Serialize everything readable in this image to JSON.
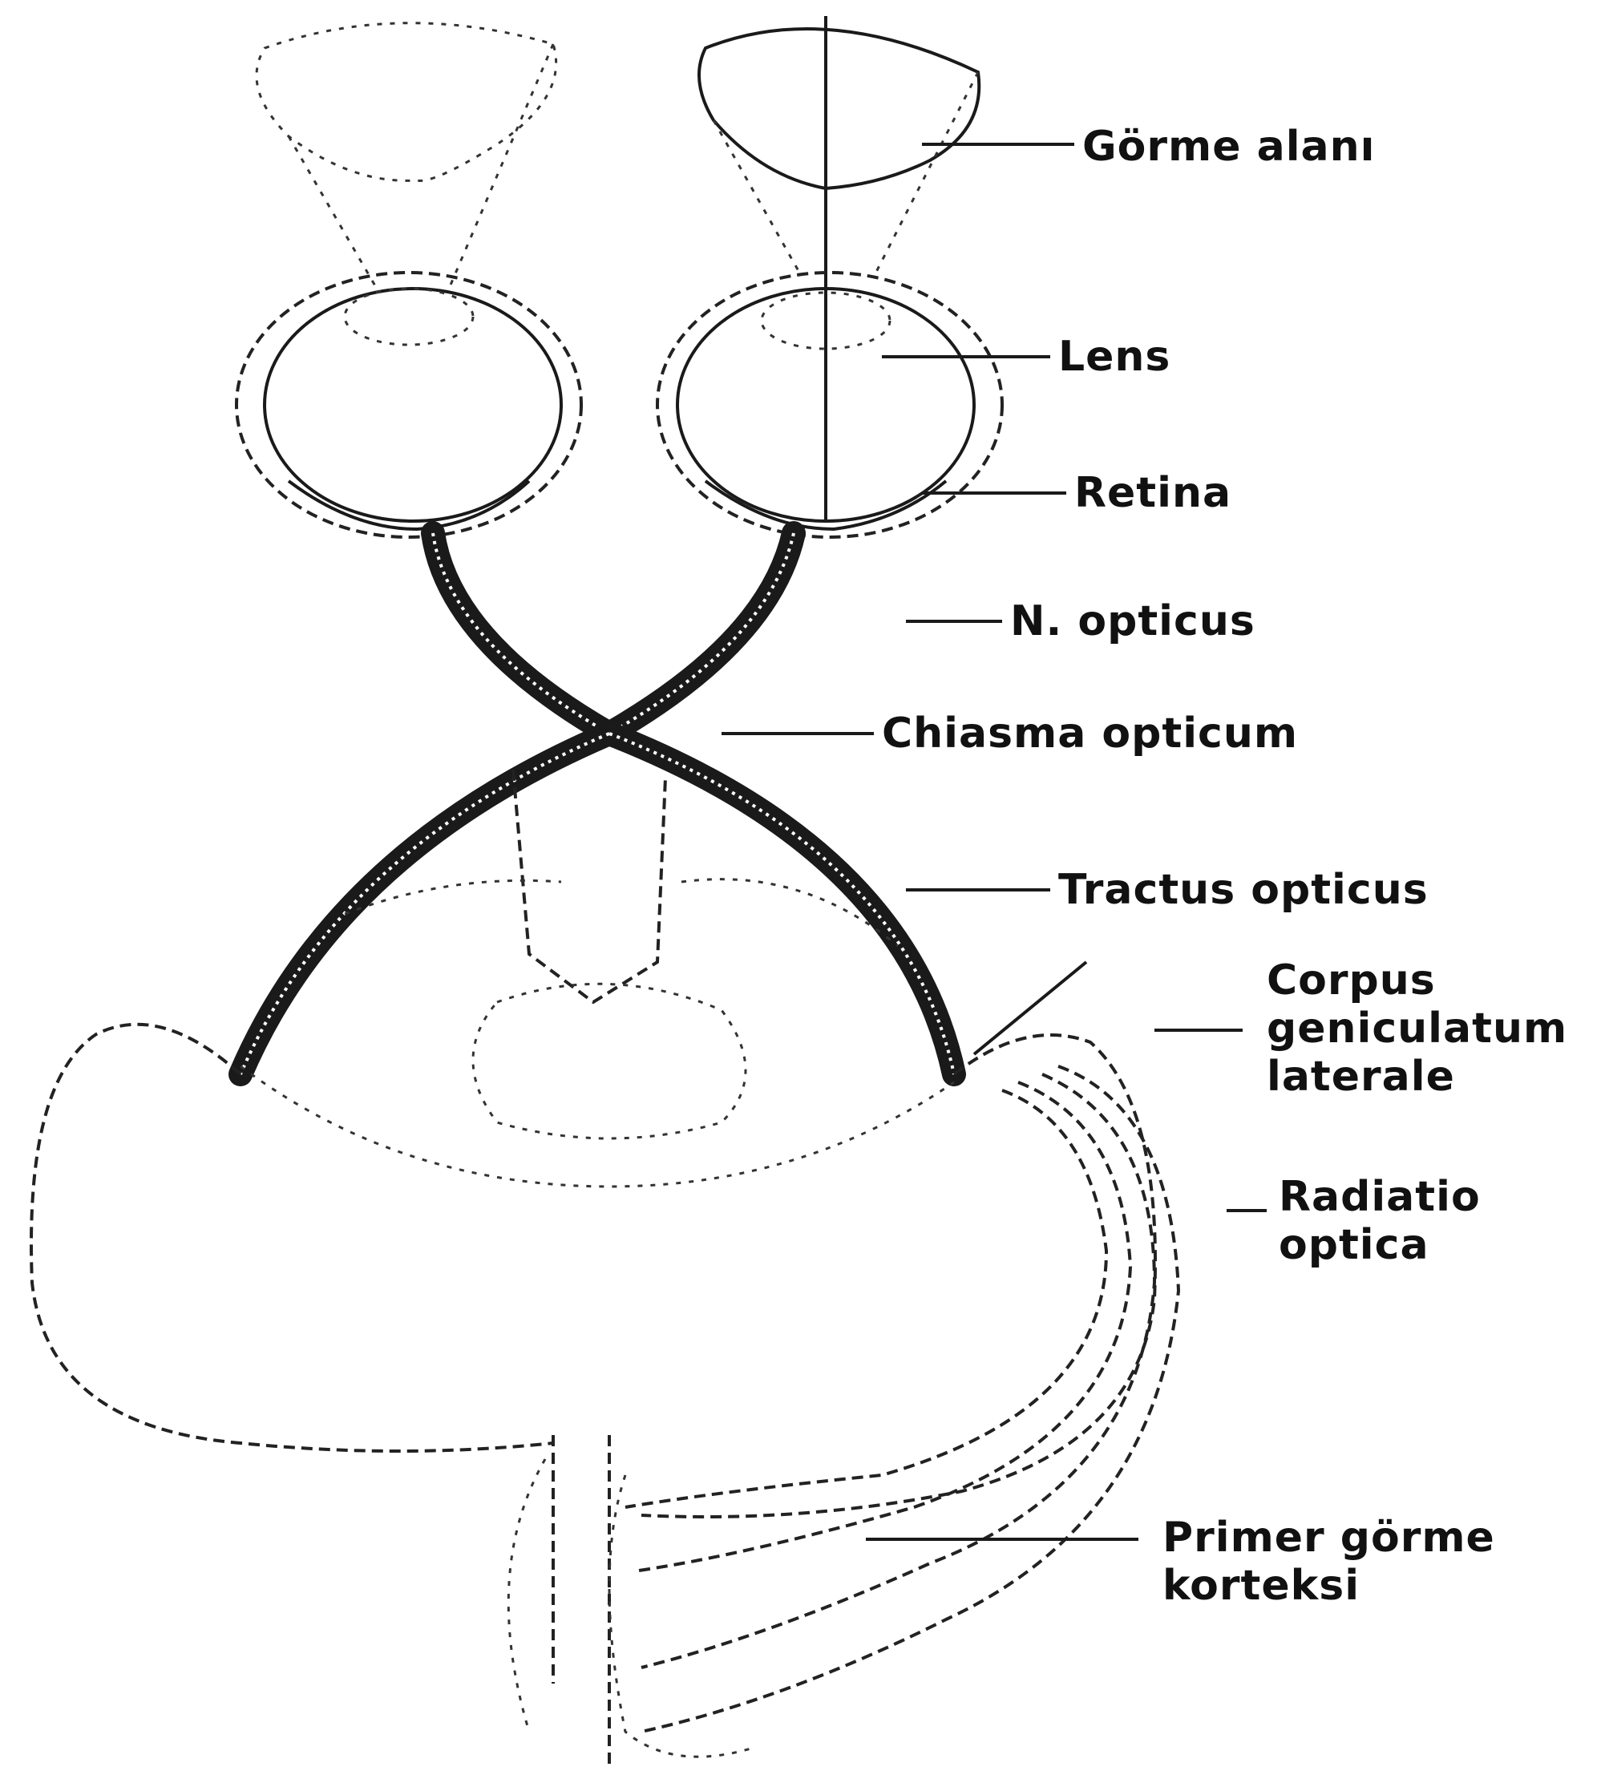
{
  "labels": {
    "gorme_alani": "Görme alanı",
    "lens": "Lens",
    "retina": "Retina",
    "n_opticus": "N. opticus",
    "chiasma_opticum": "Chiasma opticum",
    "tractus_opticus": "Tractus opticus",
    "corpus_geniculatum_1": "Corpus",
    "corpus_geniculatum_2": "geniculatum",
    "corpus_geniculatum_3": "laterale",
    "radiatio_optica_1": "Radiatio",
    "radiatio_optica_2": "optica",
    "primer_gorme_korteksi_1": "Primer görme",
    "primer_gorme_korteksi_2": "korteksi"
  },
  "colors": {
    "ink": "#111111",
    "background": "#ffffff"
  }
}
